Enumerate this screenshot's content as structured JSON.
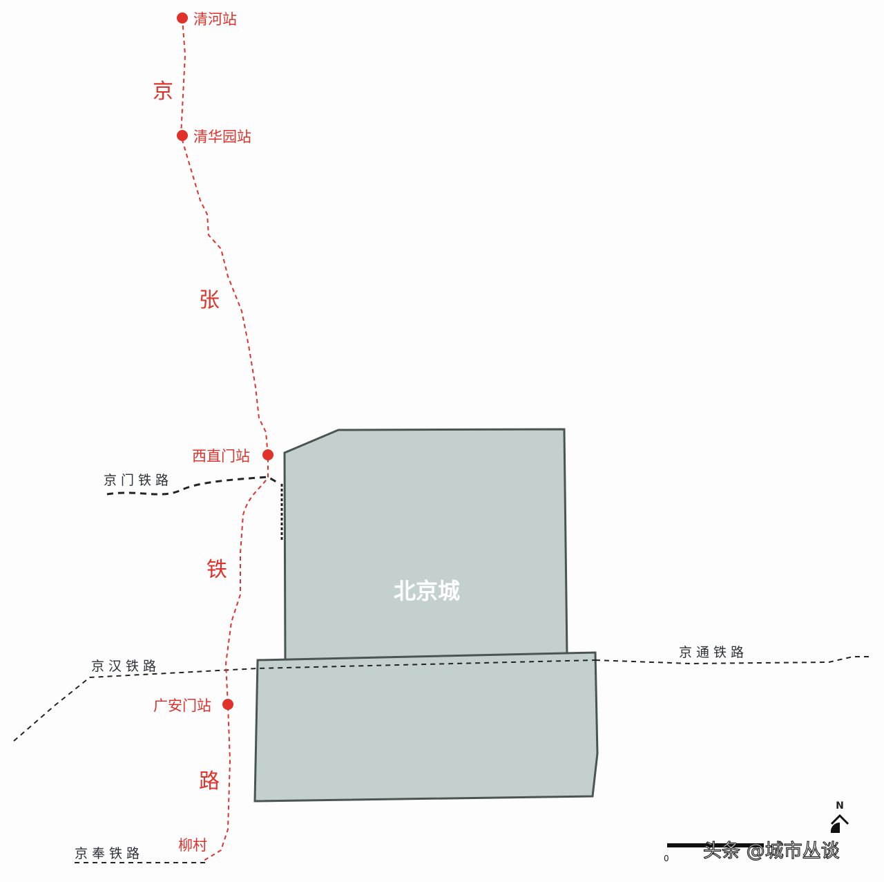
{
  "colors": {
    "railway_main": "#e0312a",
    "railway_other": "#222222",
    "city_fill": "#c3d0ce",
    "city_stroke": "#4a5553",
    "city_label": "#ffffff"
  },
  "main_railway": {
    "name_chars": [
      "京",
      "张",
      "铁",
      "路"
    ]
  },
  "stations": [
    {
      "name": "清河站"
    },
    {
      "name": "清华园站"
    },
    {
      "name": "西直门站"
    },
    {
      "name": "广安门站"
    },
    {
      "name": "柳村"
    }
  ],
  "other_railways": [
    {
      "name": "京门铁路"
    },
    {
      "name": "京汉铁路"
    },
    {
      "name": "京通铁路"
    },
    {
      "name": "京奉铁路"
    }
  ],
  "city": {
    "label": "北京城"
  },
  "compass": {
    "label": "N"
  },
  "scale_bar": {
    "start_label": "0"
  },
  "watermark": "头条 @城市丛谈"
}
